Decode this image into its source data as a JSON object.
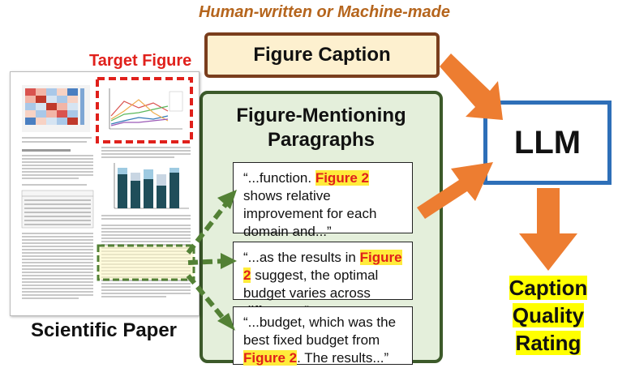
{
  "title": "Human-written or Machine-made",
  "caption_box": {
    "label": "Figure Caption"
  },
  "paragraphs_panel": {
    "title_line1": "Figure-Mentioning",
    "title_line2": "Paragraphs",
    "items": [
      {
        "before": "“...function. ",
        "highlight": "Figure 2",
        "after": " shows relative improvement for each domain and...”"
      },
      {
        "before": "“...as the results in ",
        "highlight": "Figure 2",
        "after": " suggest, the optimal budget varies across different...”"
      },
      {
        "before": "“...budget, which was the best fixed budget from ",
        "highlight": "Figure 2",
        "after": ". The results...”"
      }
    ]
  },
  "llm_box": {
    "label": "LLM"
  },
  "rating": {
    "line1": "Caption",
    "line2": "Quality Rating"
  },
  "paper": {
    "label": "Scientific Paper",
    "target_label": "Target Figure"
  },
  "colors": {
    "arrow_orange": "#ed7d31",
    "dashed_green": "#538135",
    "target_red": "#e0201b",
    "highlight_yellow": "#ffeb3b"
  }
}
